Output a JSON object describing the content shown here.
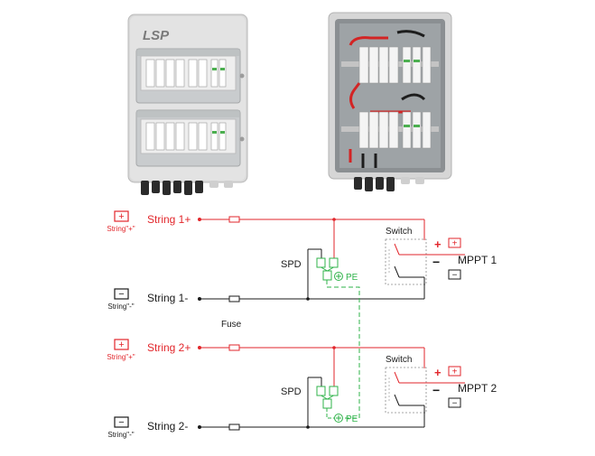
{
  "enclosure": {
    "logo_text": "LSP"
  },
  "legend": {
    "plus_symbol": "+",
    "minus_symbol": "−",
    "plus_caption": "String\"+\"",
    "minus_caption": "String\"-\""
  },
  "circuit_1": {
    "pos_label": "String 1+",
    "neg_label": "String 1-",
    "spd_label": "SPD",
    "pe_label": "PE",
    "switch_label": "Switch",
    "mppt_label": "MPPT 1",
    "plus_sign": "+",
    "minus_sign": "−"
  },
  "circuit_2": {
    "pos_label": "String 2+",
    "neg_label": "String 2-",
    "spd_label": "SPD",
    "pe_label": "PE",
    "switch_label": "Switch",
    "mppt_label": "MPPT 2",
    "plus_sign": "+",
    "minus_sign": "−"
  },
  "fuse_label": "Fuse",
  "colors": {
    "positive": "#e2262b",
    "negative": "#1a1a1a",
    "earth": "#2fb34a",
    "enclosure": "#dcdcdc",
    "breaker": "#f4f4f4"
  }
}
